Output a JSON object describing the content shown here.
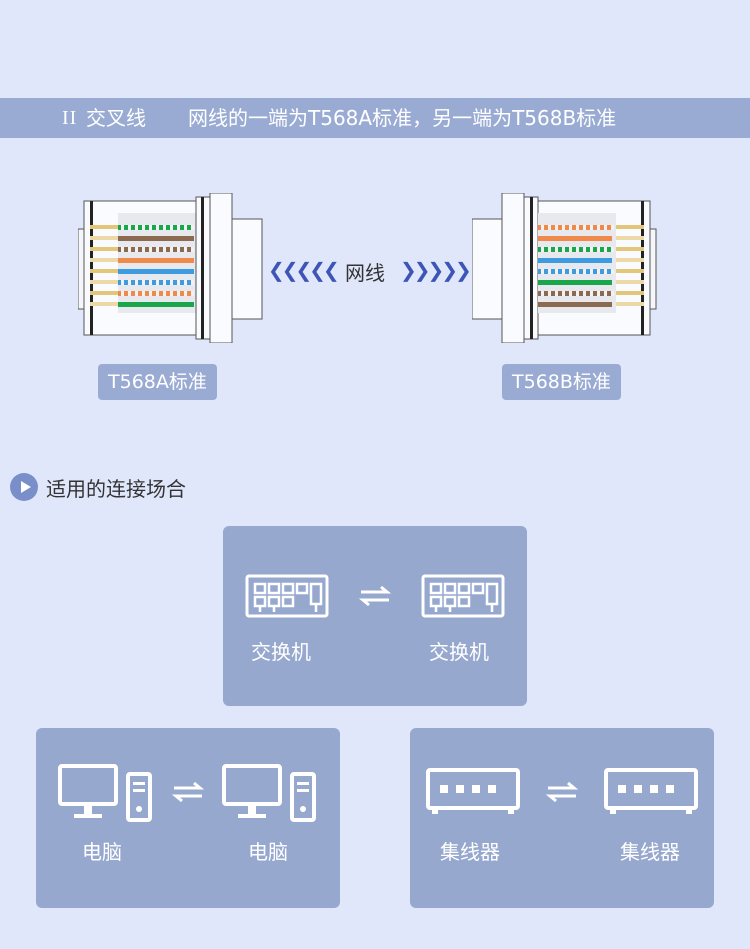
{
  "banner": {
    "roman": "II",
    "type": "交叉线",
    "description": "网线的一端为T568A标准，另一端为T568B标准"
  },
  "diagram": {
    "left_arrows": "❮❮❮❮❮",
    "right_arrows": "❯❯❯❯❯",
    "cable_label": "网线",
    "left_standard": "T568A标准",
    "right_standard": "T568B标准"
  },
  "section": {
    "title": "适用的连接场合"
  },
  "cases": {
    "switch": {
      "left": "交换机",
      "right": "交换机",
      "icon": "switch-icon"
    },
    "pc": {
      "left": "电脑",
      "right": "电脑",
      "icon": "computer-icon"
    },
    "hub": {
      "left": "集线器",
      "right": "集线器",
      "icon": "hub-icon"
    }
  },
  "colors": {
    "background": "#e0e7fb",
    "banner": "#9aabd3",
    "card": "#97a8cf",
    "arrow": "#3e55b6",
    "wire_orange": "#f08a4b",
    "wire_green": "#1aa64a",
    "wire_blue": "#3e9be0",
    "wire_brown": "#8b6a4f",
    "wire_white": "#e8d8a0"
  }
}
